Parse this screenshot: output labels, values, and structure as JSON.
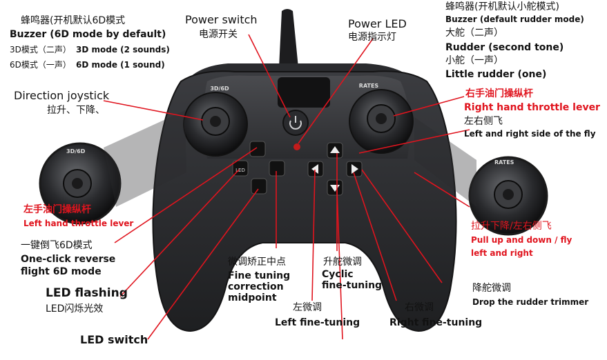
{
  "device": {
    "panel_left": "3D/6D",
    "panel_right": "RATES",
    "zoom_left": "3D/6D",
    "zoom_right": "RATES",
    "led_button": "LED"
  },
  "labels": {
    "buzzer_cn": "蜂鸣器(开机默认6D模式",
    "buzzer_en": "Buzzer (6D mode by default)",
    "mode3d_cn": "3D模式（二声）",
    "mode3d_en": "3D mode (2 sounds)",
    "mode6d_cn": "6D模式（一声）",
    "mode6d_en": "6D mode (1 sound)",
    "power_switch_en": "Power switch",
    "power_switch_cn": "电源开关",
    "power_led_en": "Power LED",
    "power_led_cn": "电源指示灯",
    "rudder_buzzer_cn": "蜂鸣器(开机默认小舵模式)",
    "rudder_buzzer_en": "Buzzer (default rudder mode)",
    "big_rudder_cn": "大舵（二声）",
    "big_rudder_en": "Rudder (second tone)",
    "little_rudder_cn": "小舵（一声）",
    "little_rudder_en": "Little rudder (one)",
    "direction_en": "Direction joystick",
    "direction_cn": "拉升、下降、",
    "right_throttle_cn": "右手油门操纵杆",
    "right_throttle_en": "Right hand throttle lever",
    "side_fly_cn": "左右侧飞",
    "side_fly_en": "Left and right side of the fly",
    "left_throttle_cn": "左手油门操纵杆",
    "left_throttle_en": "Left hand throttle lever",
    "pullup_cn": "拉升下降/左右侧飞",
    "pullup_en_1": "Pull up and down / fly",
    "pullup_en_2": "left and right",
    "oneclick_cn": "一键倒飞6D模式",
    "oneclick_en_1": "One-click reverse",
    "oneclick_en_2": "flight 6D mode",
    "fine_cn": "微调矫正中点",
    "fine_en_1": "Fine tuning",
    "fine_en_2": "correction",
    "fine_en_3": "midpoint",
    "cyclic_cn": "升舵微调",
    "cyclic_en_1": "Cyclic",
    "cyclic_en_2": "fine-tuning",
    "drop_cn": "降舵微调",
    "drop_en": "Drop the rudder trimmer",
    "led_flash_en": "LED flashing",
    "led_flash_cn": "LED闪烁光效",
    "left_fine_cn": "左微调",
    "left_fine_en": "Left fine-tuning",
    "right_fine_cn": "右微调",
    "right_fine_en": "Right fine-tuning",
    "led_switch_en": "LED switch"
  },
  "colors": {
    "body": "#2f3033",
    "body_dark": "#1c1d1f",
    "accent_red": "#e0141e",
    "leader": "#e0141e"
  }
}
